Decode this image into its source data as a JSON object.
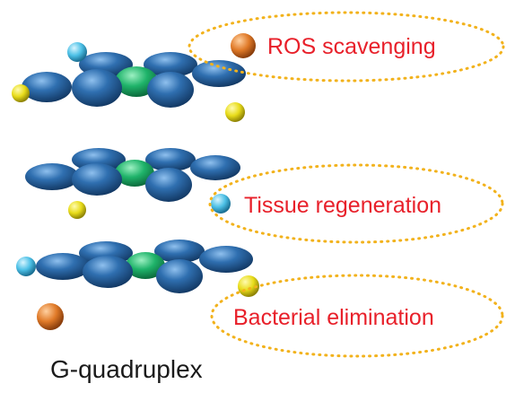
{
  "callouts": [
    {
      "label": "ROS scavenging",
      "color": "#e8202a",
      "border_color": "#f2b21c"
    },
    {
      "label": "Tissue regeneration",
      "color": "#e8202a",
      "border_color": "#f2b21c"
    },
    {
      "label": "Bacterial elimination",
      "color": "#e8202a",
      "border_color": "#f2b21c"
    }
  ],
  "caption": "G-quadruplex",
  "colors": {
    "guanine": "#2f6fb0",
    "guanine_dark": "#1b4e86",
    "center": "#1fb36a",
    "ion_yellow": "#e8dc1a",
    "ion_cyan": "#4cc0e6",
    "ion_orange": "#e07a28"
  }
}
